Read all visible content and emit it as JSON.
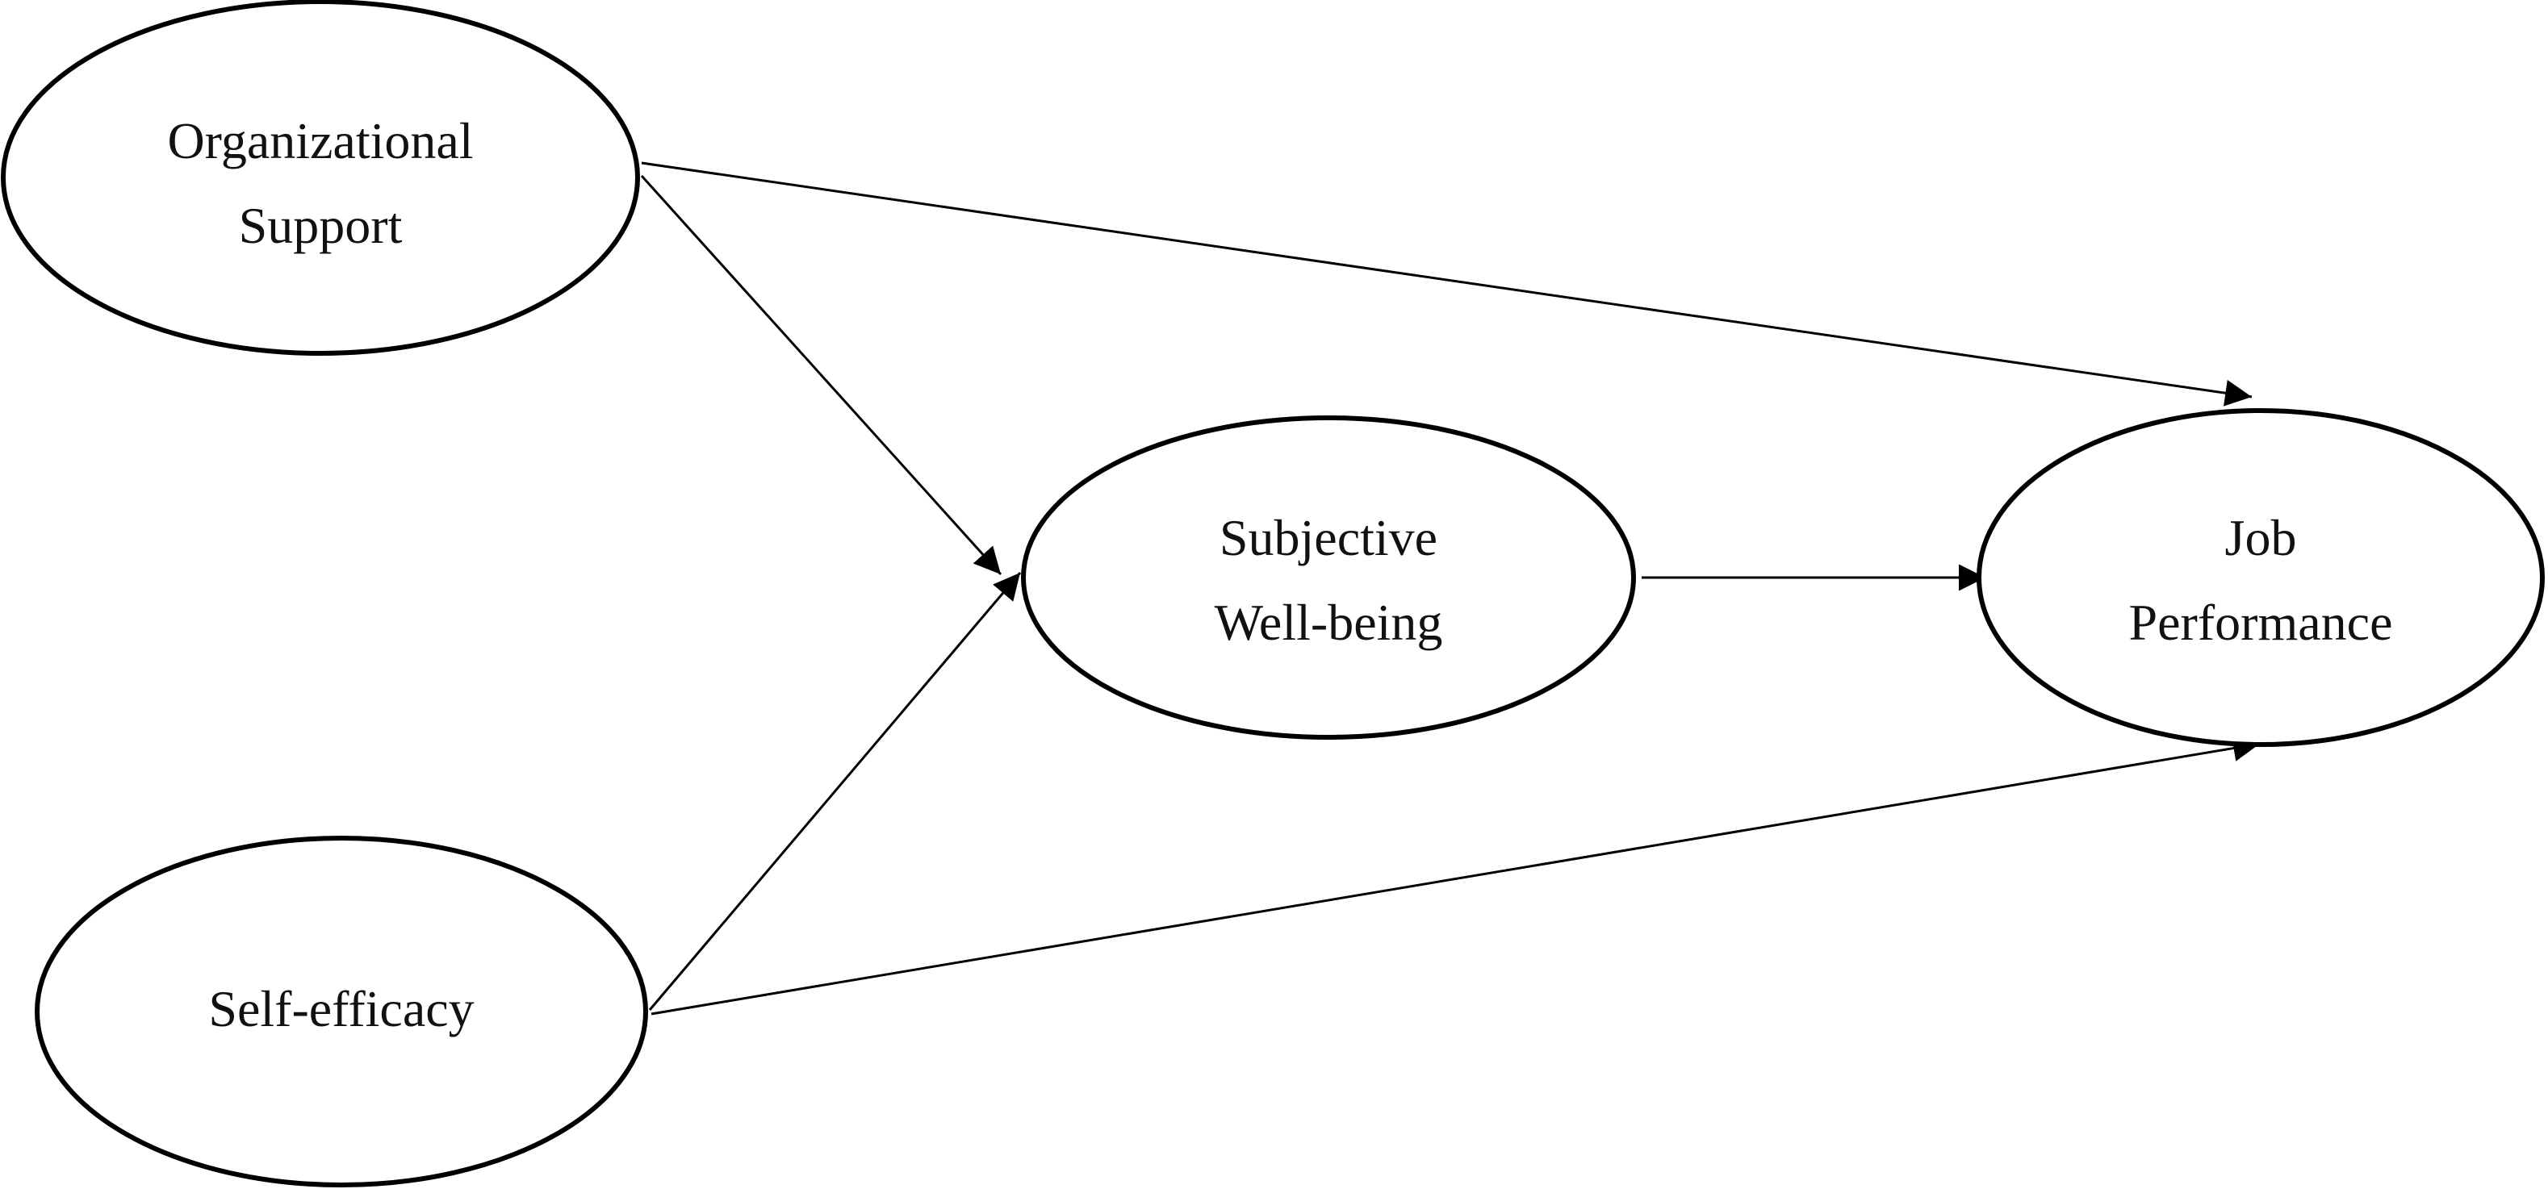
{
  "nodes": {
    "organizational_support": {
      "line1": "Organizational",
      "line2": "Support"
    },
    "self_efficacy": {
      "line1": "Self-efficacy"
    },
    "subjective_well_being": {
      "line1": "Subjective",
      "line2": "Well-being"
    },
    "job_performance": {
      "line1": "Job",
      "line2": "Performance"
    }
  },
  "edges": [
    {
      "from": "organizational_support",
      "to": "job_performance"
    },
    {
      "from": "organizational_support",
      "to": "subjective_well_being"
    },
    {
      "from": "self_efficacy",
      "to": "subjective_well_being"
    },
    {
      "from": "self_efficacy",
      "to": "job_performance"
    },
    {
      "from": "subjective_well_being",
      "to": "job_performance"
    }
  ],
  "colors": {
    "stroke": "#000000",
    "text": "#111111",
    "background": "#ffffff"
  }
}
